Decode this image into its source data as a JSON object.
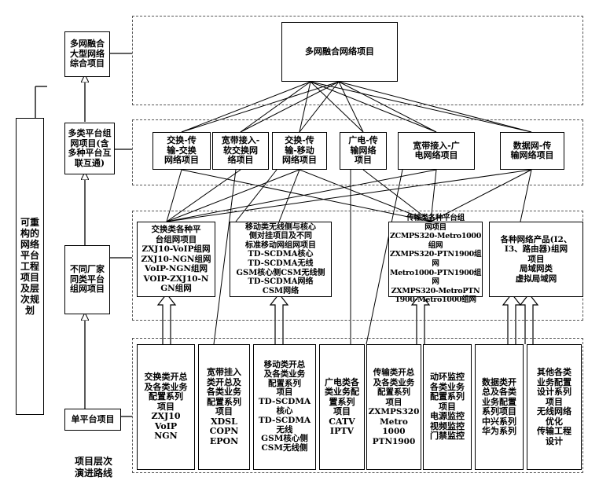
{
  "roadmap_label": "可重\n构的\n网络\n平台\n工程\n项目\n及层\n次规\n划",
  "path_caption": "项目层次\n演进路线",
  "levels": {
    "multi_network": "多网融合\n大型网络\n综合项目",
    "multi_platform": "多类平台组\n网项目(含\n多种平台互\n联互通)",
    "vendor_platform": "不同厂家\n同类平台\n组网项目",
    "single_platform": "单平台项目"
  },
  "top": {
    "fusion": "多网融合网络项目"
  },
  "row2": {
    "switch_transport_switch": "交换-传\n输-交换\n网络项目",
    "broadband_softswitch": "宽带接入-\n软交换网\n络项目",
    "switch_transport_mobile": "交换-传\n输-移动\n网络项目",
    "broadcast_transport": "广电-传\n输网络\n项目",
    "broadband_broadcast": "宽带接入-广\n电网络项目",
    "datanet_transport": "数据网-传\n输网络项目"
  },
  "row3": {
    "switch_platforms": "交换类各种平\n台组网项目\nZXJ10-VoIP组网\nZXJ10-NGN组网\nVoIP-NGN组网\nVOIP-ZXJ10-N\nGN组网",
    "mobile_platforms": "移动类无线侧与核心\n侧对挂项目及不同\n标准移动网组网项目\nTD-SCDMA核心\nTD-SCDMA无线\nGSM核心侧CSM无线侧\nTD-SCDMA网络\nCSM网络",
    "transport_platforms": "传输类各种平台组\n网项目\nZCMPS320-Metro1000\n组网\nZXMPS320-PTN1900组网\nMetro1000-PTN1900组网\nZXMPS320-MetroPTN\n1900-Metro1000组网",
    "network_products": "各种网络产品(I2、\nI3、路由器)组网\n项目\n局域网类\n虚拟局域网"
  },
  "row4": {
    "switch_config": "交换类开总\n及各类业务\n配置系列\n项目\nZXJ10\nVoIP\nNGN",
    "broadband_config": "宽带挂入\n类开总及\n各类业务\n配置系列\n项目\nXDSL\nCOPN\nEPON",
    "mobile_config": "移动类开总\n及各类业务\n配置系列\n项目\nTD-SCDMA\n核心\nTD-SCDMA\n无线\nGSM核心侧\nCSM无线侧",
    "broadcast_config": "广电类各\n类业务配\n置系列\n项目\nCATV\nIPTV",
    "transport_config": "传输类开总\n及各类业务\n配置系列\n项目\nZXMPS320\nMetro 1000\nPTN1900",
    "monitor_config": "动环监控\n各类业务\n配置系列\n项目\n电源监控\n视频监控\n门禁监控",
    "datanet_config": "数据类开\n总及各类\n业务配置\n系列项目\n中兴系列\n华为系列",
    "other_config": "其他各类\n业务配置\n设计系列\n项目\n无线网络\n优化\n传输工程\n设计"
  }
}
